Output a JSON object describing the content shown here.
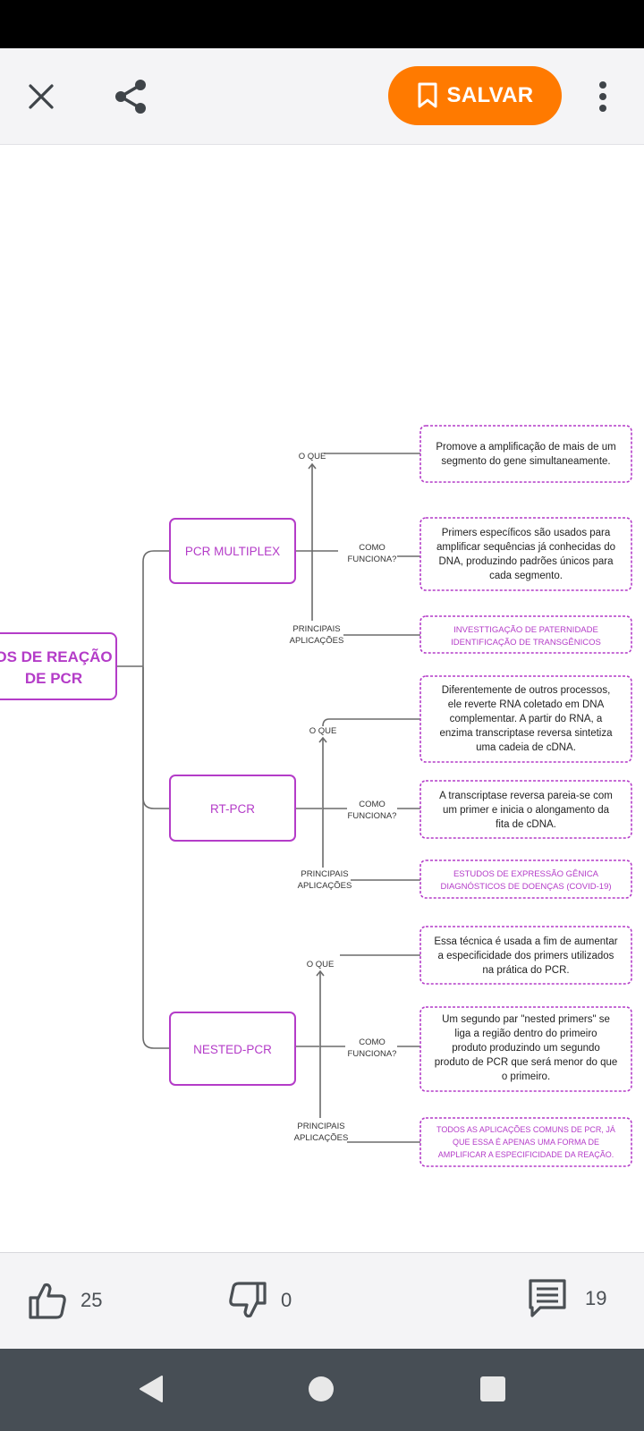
{
  "toolbar": {
    "close_icon": "close-icon",
    "share_icon": "share-icon",
    "save_label": "SALVAR",
    "more_icon": "more-vertical-icon"
  },
  "mindmap": {
    "root": [
      "OS DE REAÇÃO",
      "DE PCR"
    ],
    "branches": [
      {
        "title": "PCR MULTIPLEX",
        "o_que": [
          "O QUE"
        ],
        "como": [
          "COMO",
          "FUNCIONA?"
        ],
        "aplic": [
          "PRINCIPAIS",
          "APLICAÇÕES"
        ],
        "o_que_text": [
          "Promove a amplificação de mais de um",
          "segmento  do gene simultaneamente."
        ],
        "como_text": [
          "Primers específicos são usados para",
          "amplificar sequências já conhecidas do",
          "DNA, produzindo padrões únicos para",
          "cada segmento."
        ],
        "aplic_text": [
          "INVESTTIGAÇÃO DE PATERNIDADE",
          "IDENTIFICAÇÃO DE TRANSGÊNICOS"
        ]
      },
      {
        "title": "RT-PCR",
        "o_que": [
          "O QUE"
        ],
        "como": [
          "COMO",
          "FUNCIONA?"
        ],
        "aplic": [
          "PRINCIPAIS",
          "APLICAÇÕES"
        ],
        "o_que_text": [
          "Diferentemente de outros processos,",
          "ele reverte RNA coletado em DNA",
          "complementar. A partir do RNA, a",
          "enzima transcriptase reversa sintetiza",
          "uma cadeia de cDNA."
        ],
        "como_text": [
          "A transcriptase reversa pareia-se com",
          "um primer e inicia o alongamento da",
          "fita de cDNA."
        ],
        "aplic_text": [
          "ESTUDOS DE EXPRESSÃO GÊNICA",
          "DIAGNÓSTICOS DE DOENÇAS (COVID-19)"
        ]
      },
      {
        "title": "NESTED-PCR",
        "o_que": [
          "O QUE"
        ],
        "como": [
          "COMO",
          "FUNCIONA?"
        ],
        "aplic": [
          "PRINCIPAIS",
          "APLICAÇÕES"
        ],
        "o_que_text": [
          "Essa técnica é usada a fim de aumentar",
          "a especificidade dos primers utilizados",
          "na prática do PCR."
        ],
        "como_text": [
          "Um segundo par  \"nested primers\" se",
          "liga a região dentro do primeiro",
          "produto produzindo um segundo",
          "produto de PCR que será menor do que",
          "o primeiro."
        ],
        "aplic_text": [
          "TODOS AS APLICAÇÕES COMUNS DE PCR, JÁ",
          "QUE ESSA É APENAS UMA FORMA DE",
          "AMPLIFICAR A ESPECIFICIDADE DA REAÇÃO."
        ]
      }
    ]
  },
  "actions": {
    "likes": "25",
    "dislikes": "0",
    "comments": "19"
  },
  "colors": {
    "accent": "#ff7a00",
    "purple": "#b43cc8",
    "line": "#6b6b6b"
  }
}
